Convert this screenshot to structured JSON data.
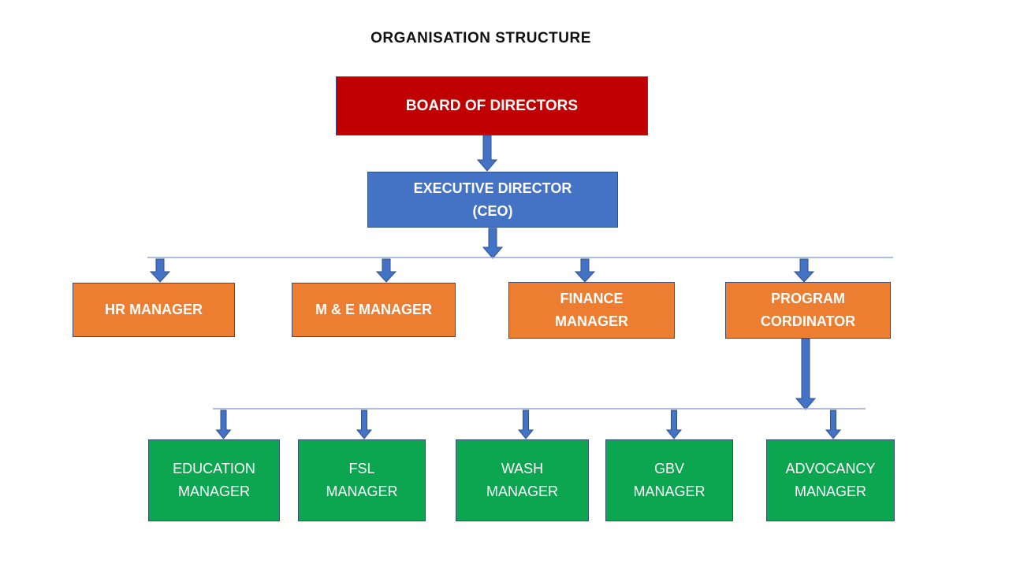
{
  "title": "ORGANISATION STRUCTURE",
  "org": {
    "root": {
      "label": "BOARD OF DIRECTORS",
      "level": 1
    },
    "executive": {
      "label": "EXECUTIVE DIRECTOR\n(CEO)",
      "level": 2,
      "reports_to": "BOARD OF DIRECTORS"
    },
    "managers": [
      {
        "label": "HR MANAGER",
        "reports_to": "EXECUTIVE DIRECTOR (CEO)"
      },
      {
        "label": "M & E MANAGER",
        "reports_to": "EXECUTIVE DIRECTOR (CEO)"
      },
      {
        "label": "FINANCE\nMANAGER",
        "reports_to": "EXECUTIVE DIRECTOR (CEO)"
      },
      {
        "label": "PROGRAM\nCORDINATOR",
        "reports_to": "EXECUTIVE DIRECTOR (CEO)"
      }
    ],
    "program_team": [
      {
        "label": "EDUCATION\nMANAGER",
        "reports_to": "PROGRAM CORDINATOR"
      },
      {
        "label": "FSL\nMANAGER",
        "reports_to": "PROGRAM CORDINATOR"
      },
      {
        "label": "WASH\nMANAGER",
        "reports_to": "PROGRAM CORDINATOR"
      },
      {
        "label": "GBV\nMANAGER",
        "reports_to": "PROGRAM CORDINATOR"
      },
      {
        "label": "ADVOCANCY\nMANAGER",
        "reports_to": "PROGRAM CORDINATOR"
      }
    ]
  },
  "colors": {
    "board_fill": "#C00000",
    "executive_fill": "#4472C4",
    "manager_fill": "#ED7D31",
    "team_fill": "#0DA650",
    "box_border": "#3A4E78",
    "arrow_fill": "#4472C4",
    "arrow_outline": "#2F528F",
    "connector_line": "#91A7D4",
    "title_color": "#111111",
    "background": "#FFFFFF"
  }
}
